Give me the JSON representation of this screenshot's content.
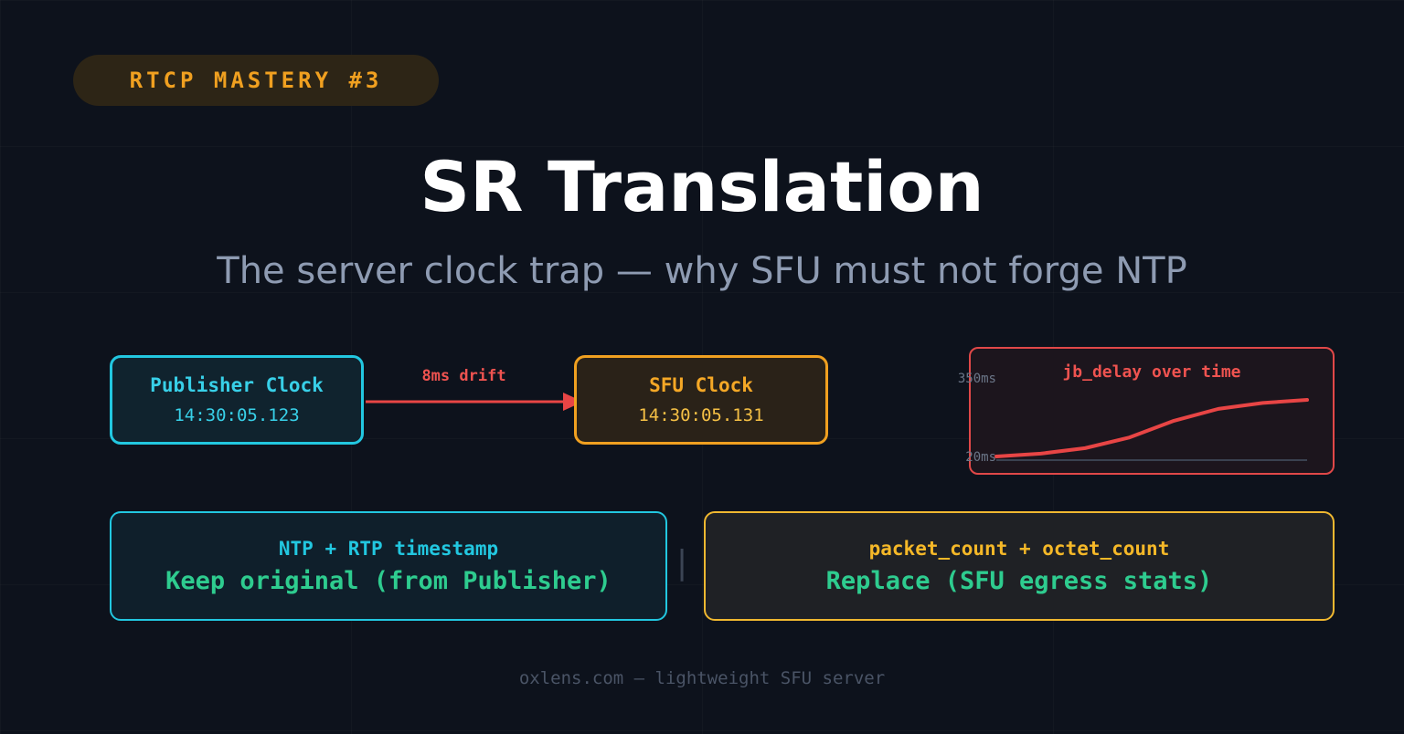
{
  "badge": {
    "label": "RTCP MASTERY #3"
  },
  "title": "SR Translation",
  "subtitle": "The server clock trap — why SFU must not forge NTP",
  "publisher_clock": {
    "name": "Publisher Clock",
    "time": "14:30:05.123"
  },
  "sfu_clock": {
    "name": "SFU Clock",
    "time": "14:30:05.131"
  },
  "drift": {
    "label": "8ms drift"
  },
  "chart_data": {
    "type": "line",
    "title": "jb_delay over time",
    "xlabel": "",
    "ylabel": "",
    "y_ticks": [
      "350ms",
      "20ms"
    ],
    "ylim": [
      20,
      350
    ],
    "x": [
      0,
      1,
      2,
      3,
      4,
      5,
      6,
      7
    ],
    "series": [
      {
        "values": [
          20,
          32,
          55,
          100,
          170,
          220,
          245,
          258
        ]
      }
    ],
    "grid": false,
    "colors": {
      "line": "#e84545",
      "baseline": "#3a4150"
    }
  },
  "left_box": {
    "head": "NTP + RTP timestamp",
    "value": "Keep original (from Publisher)"
  },
  "separator": "|",
  "right_box": {
    "head": "packet_count + octet_count",
    "value": "Replace (SFU egress stats)"
  },
  "footer": "oxlens.com — lightweight SFU server",
  "colors": {
    "background": "#0d121c",
    "accent_orange": "#f0a020",
    "accent_cyan": "#22c7e0",
    "accent_red": "#e84545",
    "accent_green": "#2ecc8f"
  }
}
